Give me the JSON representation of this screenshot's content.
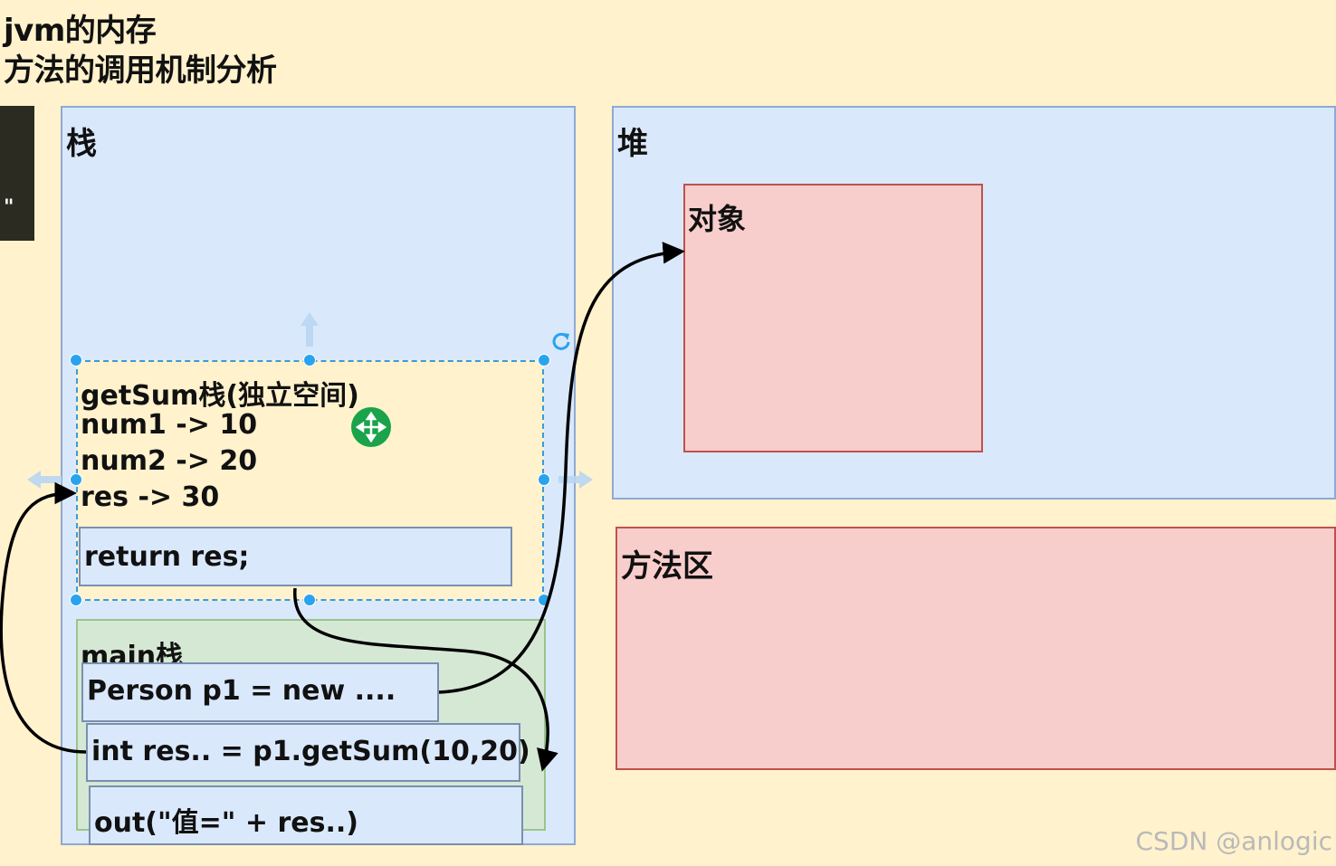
{
  "titles": {
    "line1": "jvm的内存",
    "line2": "方法的调用机制分析"
  },
  "left_strip": {
    "text": "\""
  },
  "stack": {
    "label": "栈",
    "getsum": {
      "header": "getSum栈(独立空间)",
      "vars": [
        "num1 -> 10",
        "num2 -> 20",
        "res -> 30"
      ],
      "return": "return res;"
    },
    "main": {
      "header": "main栈",
      "lines": [
        "Person p1 = new ....",
        "int res.. = p1.getSum(10,20)",
        "out(\"值=\" + res..)"
      ]
    }
  },
  "heap": {
    "label": "堆",
    "object": "对象"
  },
  "method_area": {
    "label": "方法区"
  },
  "watermark": "CSDN @anlogic",
  "colors": {
    "background": "#fff2cc",
    "stack_fill": "#dae8fc",
    "heap_fill": "#dae8fc",
    "object_fill": "#f8cecc",
    "method_area_fill": "#f8cecc",
    "main_frame_fill": "#d5e8d4",
    "selection": "#29a3ee",
    "move_handle": "#1aa34a"
  },
  "icons": {
    "move_handle": "move-icon",
    "rotate_handle": "rotate-icon",
    "arrow_hint": "arrow-hint-icon"
  }
}
